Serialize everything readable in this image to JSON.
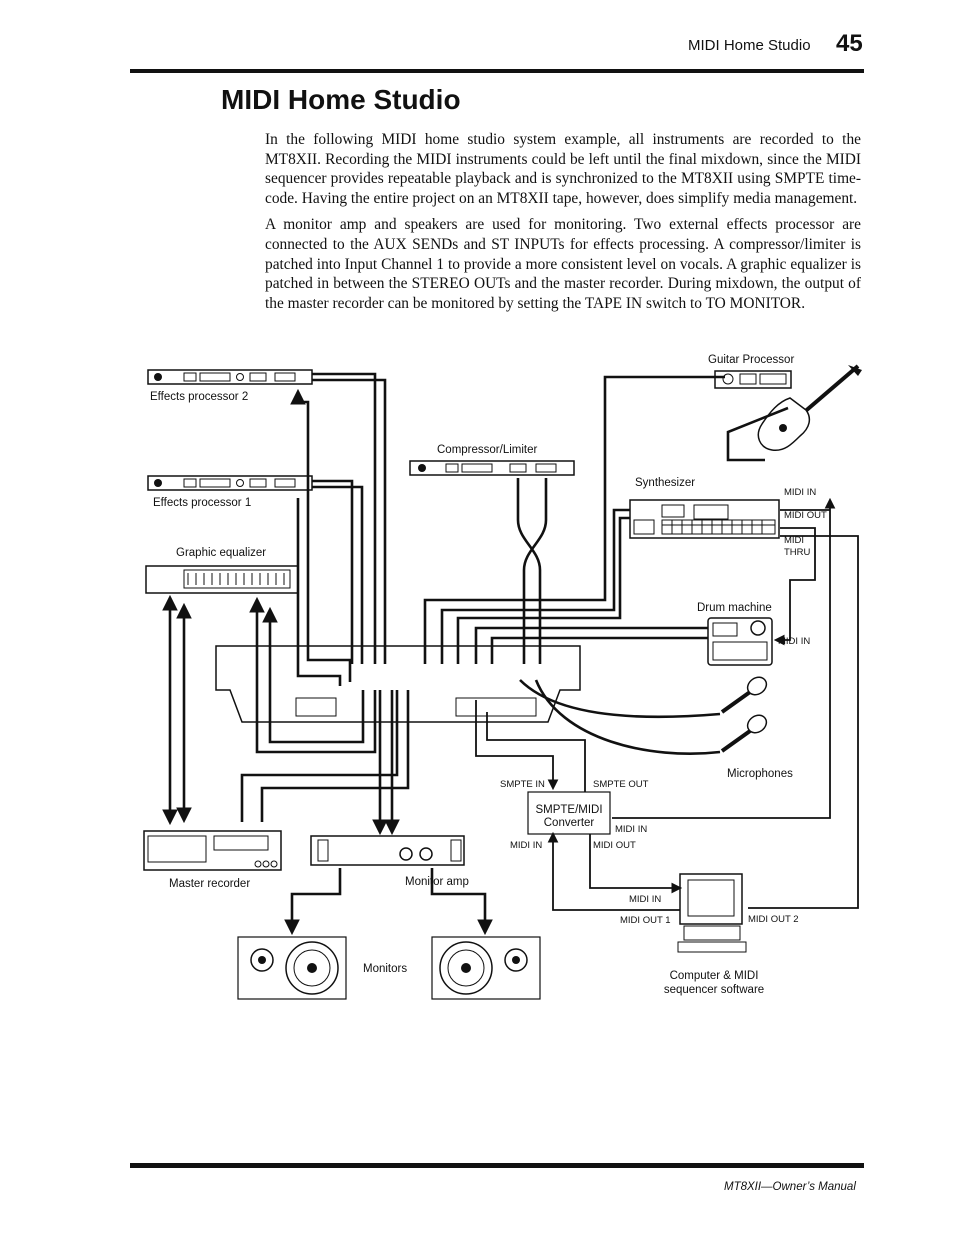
{
  "header": {
    "section": "MIDI Home Studio",
    "page_number": "45"
  },
  "title": "MIDI Home Studio",
  "paragraphs": [
    "In the following MIDI home studio system example, all instruments are recorded to the MT8XII. Recording the MIDI instruments could be left until the final mixdown, since the MIDI sequencer provides repeatable playback and is synchronized to the MT8XII using SMPTE time-code. Having the entire project on an MT8XII tape, however, does simplify media management.",
    "A monitor amp and speakers are used for monitoring. Two external effects processor are connected to the AUX SENDs and ST INPUTs for effects processing. A compressor/limiter is patched into Input Channel 1 to provide a more consistent level on vocals. A graphic equalizer is patched in between the STEREO OUTs and the master recorder. During mixdown, the output of the master recorder can be monitored by setting the TAPE IN switch to TO MONITOR."
  ],
  "diagram": {
    "effects_processor_2": "Effects processor 2",
    "effects_processor_1": "Effects processor 1",
    "compressor_limiter": "Compressor/Limiter",
    "guitar_processor": "Guitar Processor",
    "synthesizer": "Synthesizer",
    "graphic_equalizer": "Graphic equalizer",
    "drum_machine": "Drum machine",
    "microphones": "Microphones",
    "master_recorder": "Master recorder",
    "monitor_amp": "Monitor amp",
    "monitors": "Monitors",
    "converter_line1": "SMPTE/MIDI",
    "converter_line2": "Converter",
    "computer_line1": "Computer & MIDI",
    "computer_line2": "sequencer software",
    "synth_midi_in": "MIDI IN",
    "synth_midi_out": "MIDI OUT",
    "synth_midi_thru_1": "MIDI",
    "synth_midi_thru_2": "THRU",
    "drum_midi_in": "MIDI IN",
    "smpte_in": "SMPTE IN",
    "smpte_out": "SMPTE OUT",
    "conv_midi_in_right": "MIDI IN",
    "conv_midi_in_left": "MIDI IN",
    "conv_midi_out": "MIDI OUT",
    "comp_midi_in": "MIDI IN",
    "comp_midi_out_1": "MIDI OUT 1",
    "comp_midi_out_2": "MIDI OUT 2"
  },
  "footer": "MT8XII—Owner’s Manual"
}
